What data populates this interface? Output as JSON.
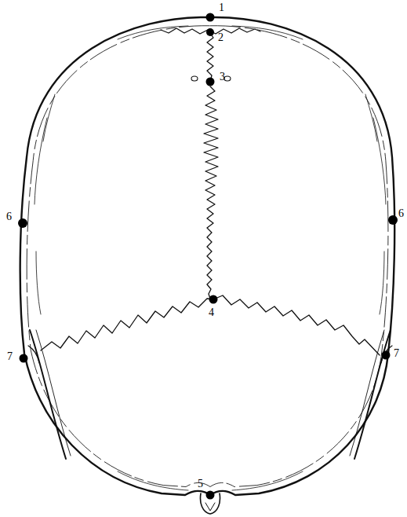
{
  "diagram": {
    "labels": [
      "1",
      "2",
      "3",
      "6",
      "6",
      "4",
      "7",
      "7",
      "5"
    ]
  }
}
